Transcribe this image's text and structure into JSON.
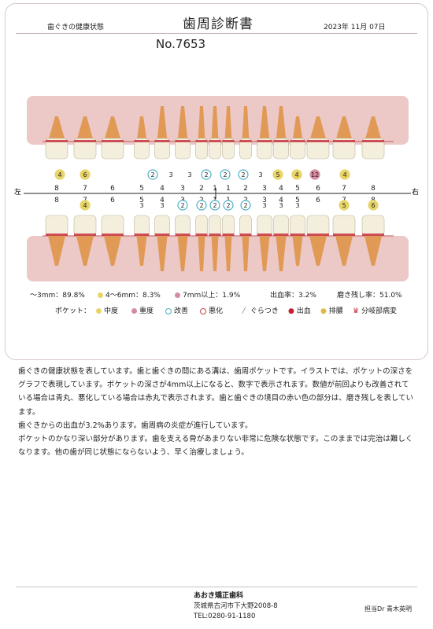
{
  "header": {
    "subtitle": "歯ぐきの健康状態",
    "title": "歯周診断書",
    "date": "2023年 11月 07日",
    "record_no": "No.7653"
  },
  "chart_data": {
    "type": "table",
    "side_left": "左",
    "side_right": "右",
    "upper_badges": [
      "4",
      "6",
      "",
      "",
      "2",
      "3",
      "3",
      "2",
      "2",
      "2",
      "3",
      "5",
      "4",
      "12",
      "",
      "4",
      "",
      ""
    ],
    "upper_numbers": [
      "8",
      "7",
      "6",
      "5",
      "4",
      "3",
      "2",
      "1",
      "1",
      "2",
      "3",
      "4",
      "5",
      "6",
      "7",
      "8"
    ],
    "lower_numbers": [
      "8",
      "7",
      "6",
      "5",
      "4",
      "3",
      "2",
      "1",
      "1",
      "2",
      "3",
      "4",
      "5",
      "6",
      "7",
      "8"
    ],
    "lower_badges": [
      "",
      "4",
      "",
      "3",
      "3",
      "2",
      "2",
      "2",
      "2",
      "2",
      "3",
      "3",
      "3",
      "",
      "5",
      "6"
    ]
  },
  "stats": {
    "s1": "～3mm：89.8%",
    "s2": "4～6mm：8.3%",
    "s3": "7mm以上：1.9%",
    "s4": "出血率：3.2%",
    "s5": "磨き残し率：51.0%"
  },
  "legend": {
    "pocket": "ポケット：",
    "moderate": "中度",
    "severe": "重度",
    "improved": "改善",
    "worse": "悪化",
    "mobility": "ぐらつき",
    "bleeding": "出血",
    "pus": "排膿",
    "furcation": "分岐部病変"
  },
  "description": {
    "p1": "歯ぐきの健康状態を表しています。歯と歯ぐきの間にある溝は、歯周ポケットです。イラストでは、ポケットの深さをグラフで表現しています。ポケットの深さが4mm以上になると、数字で表示されます。数値が前回よりも改善されている場合は青丸、悪化している場合は赤丸で表示されます。歯と歯ぐきの境目の赤い色の部分は、磨き残しを表しています。",
    "p2": "歯ぐきからの出血が3.2%あります。歯周病の炎症が進行しています。",
    "p3": "ポケットのかなり深い部分があります。歯を支える骨があまりない非常に危険な状態です。このままでは完治は難しくなります。他の歯が同じ状態にならないよう、早く治療しましょう。"
  },
  "footer": {
    "clinic_name": "あおき矯正歯科",
    "address": "茨城県古河市下大野2008-8",
    "tel": "TEL:0280-91-1180",
    "doctor": "担当Dr 青木英明"
  },
  "colors": {
    "gum": "#ecc8c6",
    "gum_edge": "#d9a4a8",
    "root": "#e09a55",
    "crown": "#f4efdc",
    "plaque": "#c8303c",
    "moderate": "#e8d468",
    "severe": "#d68ca0",
    "improved": "#4ab0c4",
    "worse": "#c24848"
  }
}
